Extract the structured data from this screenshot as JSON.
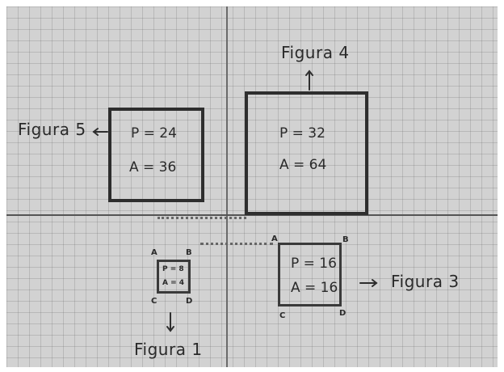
{
  "figures": {
    "fig5": {
      "label": "Figura 5",
      "p": "P = 24",
      "a": "A = 36"
    },
    "fig4": {
      "label": "Figura 4",
      "p": "P = 32",
      "a": "A = 64"
    },
    "fig3": {
      "label": "Figura 3",
      "p": "P = 16",
      "a": "A = 16",
      "vertices": {
        "a": "A",
        "b": "B",
        "c": "C",
        "d": "D"
      }
    },
    "fig1": {
      "label": "Figura 1",
      "p": "P = 8",
      "a": "A = 4",
      "vertices": {
        "a": "A",
        "b": "B",
        "c": "C",
        "d": "D"
      }
    }
  },
  "colors": {
    "paper": "#d2d2d2",
    "ink": "#2e2e2e",
    "grid": "#8a8a8a"
  }
}
